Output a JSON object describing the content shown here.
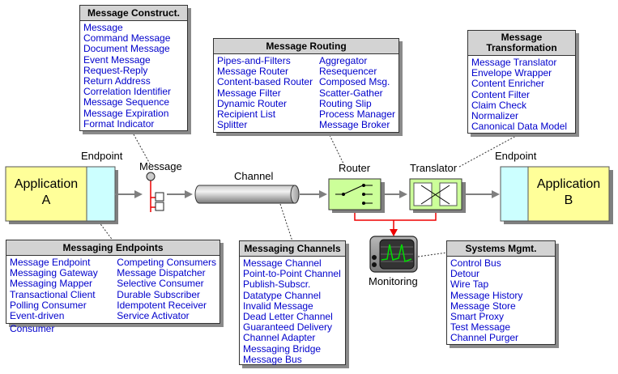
{
  "colors": {
    "link": "#0000cc",
    "panel_header": "#d3d3d3",
    "application": "#ffff99",
    "endpoint": "#ccffff",
    "component": "#ccff99",
    "control_bus": "#ff0000",
    "arrow": "#7f7f7f",
    "monitor_trace": "#00dd00"
  },
  "diagram": {
    "application_a": {
      "line1": "Application",
      "line2": "A"
    },
    "application_b": {
      "line1": "Application",
      "line2": "B"
    },
    "labels": {
      "endpoint_left": "Endpoint",
      "endpoint_right": "Endpoint",
      "message": "Message",
      "channel": "Channel",
      "router": "Router",
      "translator": "Translator",
      "monitoring": "Monitoring"
    }
  },
  "panels": {
    "message_construction": {
      "title": "Message Construct.",
      "items": [
        "Message",
        "Command Message",
        "Document Message",
        "Event Message",
        "Request-Reply",
        "Return Address",
        "Correlation Identifier",
        "Message Sequence",
        "Message Expiration",
        "Format Indicator"
      ]
    },
    "message_routing": {
      "title": "Message Routing",
      "col1": [
        "Pipes-and-Filters",
        "Message Router",
        "Content-based Router",
        "Message Filter",
        "Dynamic Router",
        "Recipient List",
        "Splitter"
      ],
      "col2": [
        "Aggregator",
        "Resequencer",
        "Composed Msg.",
        "Scatter-Gather",
        "Routing Slip",
        "Process Manager",
        "Message Broker"
      ]
    },
    "message_transformation": {
      "title_line1": "Message",
      "title_line2": "Transformation",
      "items": [
        "Message Translator",
        "Envelope Wrapper",
        "Content Enricher",
        "Content Filter",
        "Claim Check",
        "Normalizer",
        "Canonical Data Model"
      ]
    },
    "messaging_endpoints": {
      "title": "Messaging Endpoints",
      "col1": [
        "Message Endpoint",
        "Messaging Gateway",
        "Messaging Mapper",
        "Transactional Client",
        "Polling Consumer",
        "Event-driven"
      ],
      "col1_overflow": "Consumer",
      "col2": [
        "Competing Consumers",
        "Message Dispatcher",
        "Selective Consumer",
        "Durable Subscriber",
        "Idempotent Receiver",
        "Service Activator"
      ]
    },
    "messaging_channels": {
      "title": "Messaging Channels",
      "items": [
        "Message Channel",
        "Point-to-Point Channel",
        "Publish-Subscr.",
        "Datatype Channel",
        "Invalid Message",
        "Dead Letter Channel",
        "Guaranteed Delivery",
        "Channel Adapter",
        "Messaging Bridge",
        "Message Bus"
      ]
    },
    "systems_management": {
      "title": "Systems Mgmt.",
      "items": [
        "Control Bus",
        "Detour",
        "Wire Tap",
        "Message History",
        "Message Store",
        "Smart Proxy",
        "Test Message",
        "Channel Purger"
      ]
    }
  }
}
